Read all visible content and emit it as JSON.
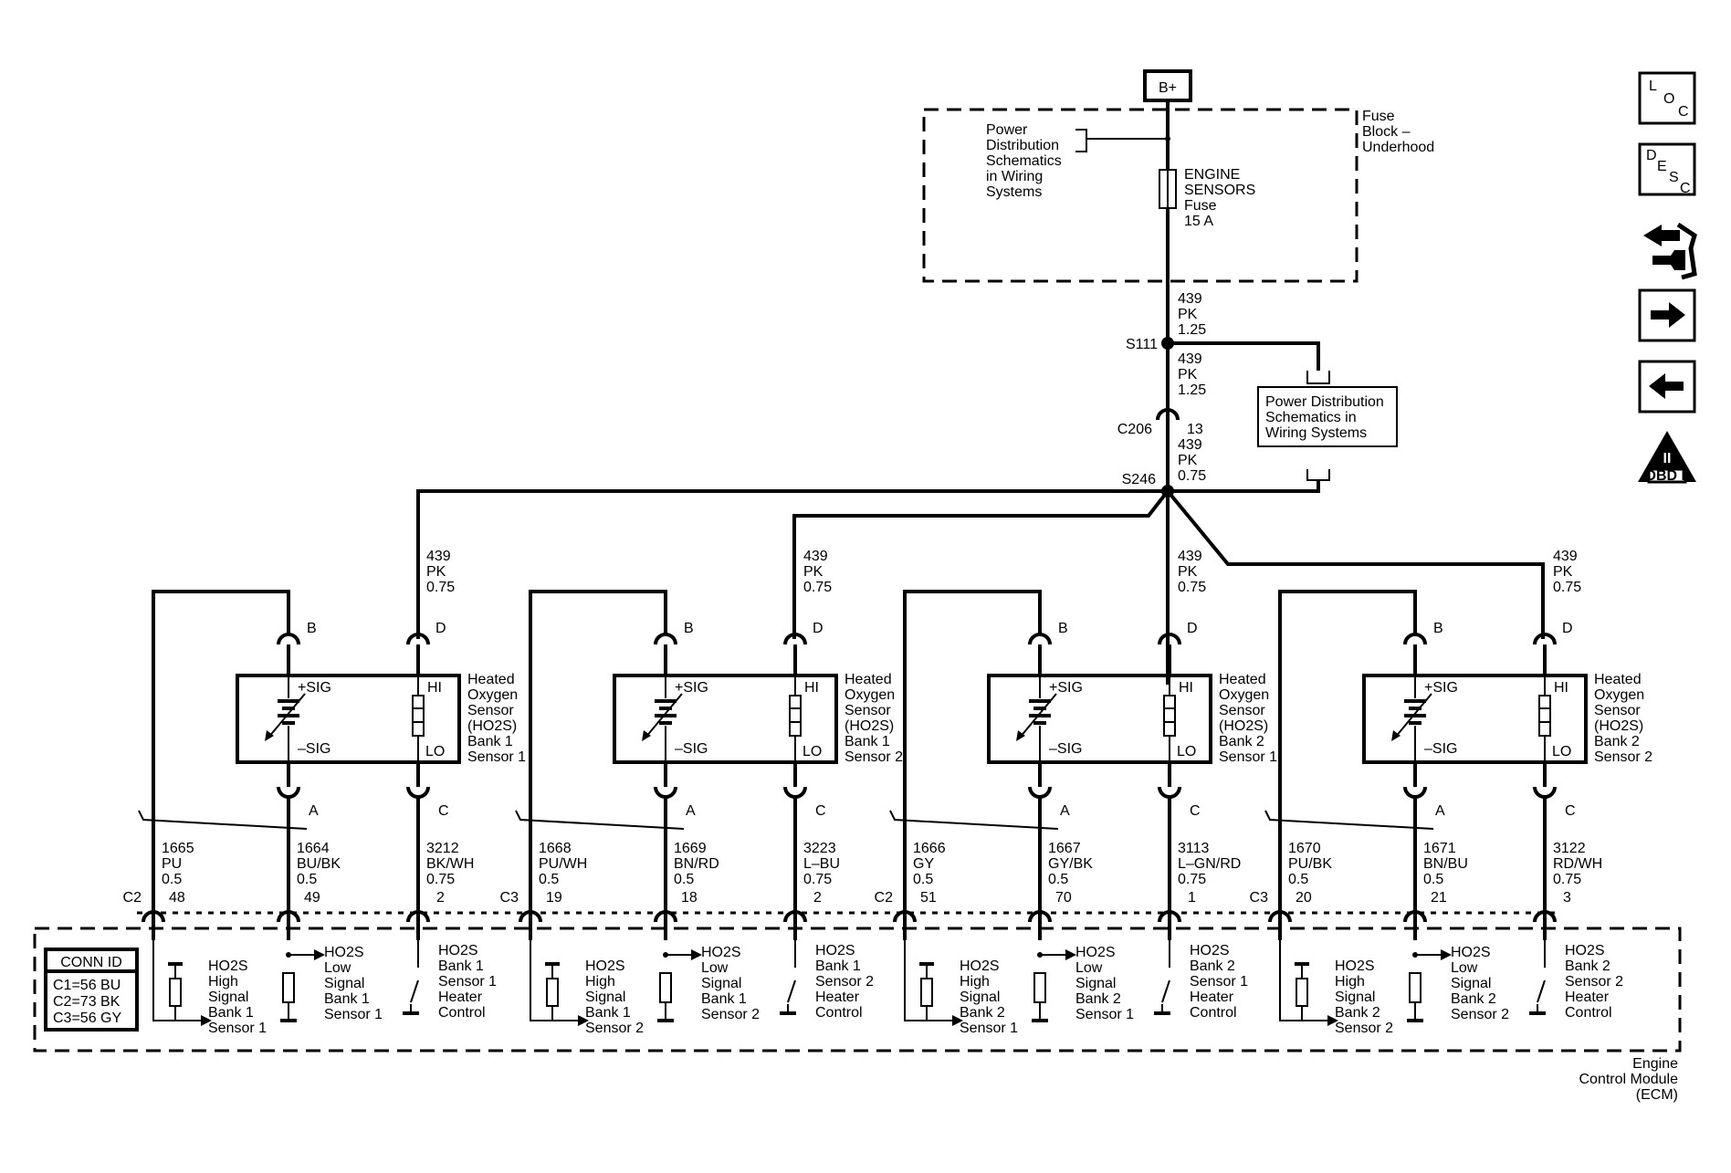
{
  "power": {
    "source": "B+",
    "fuse_block": [
      "Fuse",
      "Block –",
      "Underhood"
    ],
    "pd_ref_top": [
      "Power",
      "Distribution",
      "Schematics",
      "in Wiring",
      "Systems"
    ],
    "fuse_label": [
      "ENGINE",
      "SENSORS",
      "Fuse",
      "15 A"
    ],
    "wire_top": [
      "439",
      "PK",
      "1.25"
    ],
    "splice_s111": "S111",
    "wire_mid": [
      "439",
      "PK",
      "1.25"
    ],
    "pd_ref_box": [
      "Power Distribution",
      "Schematics in",
      "Wiring Systems"
    ],
    "connector_c206": "C206",
    "c206_pin": "13",
    "wire_low": [
      "439",
      "PK",
      "0.75"
    ],
    "splice_s246": "S246"
  },
  "sensors": [
    {
      "feed_wire": [
        "439",
        "PK",
        "0.75"
      ],
      "pin_b": "B",
      "pin_d": "D",
      "pin_a": "A",
      "pin_c": "C",
      "sig_pos": "+SIG",
      "sig_neg": "–SIG",
      "hi": "HI",
      "lo": "LO",
      "name": [
        "Heated",
        "Oxygen",
        "Sensor",
        "(HO2S)",
        "Bank 1",
        "Sensor 1"
      ],
      "wire_high": [
        "1665",
        "PU",
        "0.5"
      ],
      "wire_low": [
        "1664",
        "BU/BK",
        "0.5"
      ],
      "wire_heater": [
        "3212",
        "BK/WH",
        "0.75"
      ],
      "conn": "C2",
      "pin_high": "48",
      "pin_low": "49",
      "pin_heater": "2",
      "ecm_high": [
        "HO2S",
        "High",
        "Signal",
        "Bank 1",
        "Sensor 1"
      ],
      "ecm_low": [
        "HO2S",
        "Low",
        "Signal",
        "Bank 1",
        "Sensor 1"
      ],
      "ecm_heater": [
        "HO2S",
        "Bank 1",
        "Sensor 1",
        "Heater",
        "Control"
      ]
    },
    {
      "feed_wire": [
        "439",
        "PK",
        "0.75"
      ],
      "pin_b": "B",
      "pin_d": "D",
      "pin_a": "A",
      "pin_c": "C",
      "sig_pos": "+SIG",
      "sig_neg": "–SIG",
      "hi": "HI",
      "lo": "LO",
      "name": [
        "Heated",
        "Oxygen",
        "Sensor",
        "(HO2S)",
        "Bank 1",
        "Sensor 2"
      ],
      "wire_high": [
        "1668",
        "PU/WH",
        "0.5"
      ],
      "wire_low": [
        "1669",
        "BN/RD",
        "0.5"
      ],
      "wire_heater": [
        "3223",
        "L–BU",
        "0.75"
      ],
      "conn": "C3",
      "pin_high": "19",
      "pin_low": "18",
      "pin_heater": "2",
      "ecm_high": [
        "HO2S",
        "High",
        "Signal",
        "Bank 1",
        "Sensor 2"
      ],
      "ecm_low": [
        "HO2S",
        "Low",
        "Signal",
        "Bank 1",
        "Sensor 2"
      ],
      "ecm_heater": [
        "HO2S",
        "Bank 1",
        "Sensor 2",
        "Heater",
        "Control"
      ]
    },
    {
      "feed_wire": [
        "439",
        "PK",
        "0.75"
      ],
      "pin_b": "B",
      "pin_d": "D",
      "pin_a": "A",
      "pin_c": "C",
      "sig_pos": "+SIG",
      "sig_neg": "–SIG",
      "hi": "HI",
      "lo": "LO",
      "name": [
        "Heated",
        "Oxygen",
        "Sensor",
        "(HO2S)",
        "Bank 2",
        "Sensor 1"
      ],
      "wire_high": [
        "1666",
        "GY",
        "0.5"
      ],
      "wire_low": [
        "1667",
        "GY/BK",
        "0.5"
      ],
      "wire_heater": [
        "3113",
        "L–GN/RD",
        "0.75"
      ],
      "conn": "C2",
      "pin_high": "51",
      "pin_low": "70",
      "pin_heater": "1",
      "ecm_high": [
        "HO2S",
        "High",
        "Signal",
        "Bank 2",
        "Sensor 1"
      ],
      "ecm_low": [
        "HO2S",
        "Low",
        "Signal",
        "Bank 2",
        "Sensor 1"
      ],
      "ecm_heater": [
        "HO2S",
        "Bank 2",
        "Sensor 1",
        "Heater",
        "Control"
      ]
    },
    {
      "feed_wire": [
        "439",
        "PK",
        "0.75"
      ],
      "pin_b": "B",
      "pin_d": "D",
      "pin_a": "A",
      "pin_c": "C",
      "sig_pos": "+SIG",
      "sig_neg": "–SIG",
      "hi": "HI",
      "lo": "LO",
      "name": [
        "Heated",
        "Oxygen",
        "Sensor",
        "(HO2S)",
        "Bank 2",
        "Sensor 2"
      ],
      "wire_high": [
        "1670",
        "PU/BK",
        "0.5"
      ],
      "wire_low": [
        "1671",
        "BN/BU",
        "0.5"
      ],
      "wire_heater": [
        "3122",
        "RD/WH",
        "0.75"
      ],
      "conn": "C3",
      "pin_high": "20",
      "pin_low": "21",
      "pin_heater": "3",
      "ecm_high": [
        "HO2S",
        "High",
        "Signal",
        "Bank 2",
        "Sensor 2"
      ],
      "ecm_low": [
        "HO2S",
        "Low",
        "Signal",
        "Bank 2",
        "Sensor 2"
      ],
      "ecm_heater": [
        "HO2S",
        "Bank 2",
        "Sensor 2",
        "Heater",
        "Control"
      ]
    }
  ],
  "conn_id": {
    "title": "CONN ID",
    "rows": [
      "C1=56 BU",
      "C2=73 BK",
      "C3=56 GY"
    ]
  },
  "ecm": [
    "Engine",
    "Control Module",
    "(ECM)"
  ],
  "nav": {
    "loc": [
      "L",
      "O",
      "C"
    ],
    "desc": [
      "D",
      "E",
      "S",
      "C"
    ],
    "obd": "OBD II",
    "obd_mark": "II"
  }
}
